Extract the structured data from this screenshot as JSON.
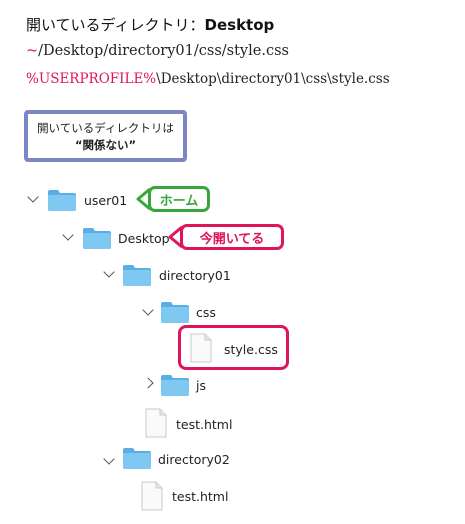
{
  "heading": {
    "prefix": "開いているディレクトリ：",
    "bold": "Desktop"
  },
  "paths": {
    "unix_prefix": "~",
    "unix_rest": "/Desktop/directory01/css/style.css",
    "win_prefix": "%USERPROFILE%",
    "win_rest": "\\Desktop\\directory01\\css\\style.css"
  },
  "note": {
    "line1": "開いているディレクトリは",
    "line2": "“関係ない”"
  },
  "callouts": {
    "home": "ホーム",
    "open_now": "今開いてる"
  },
  "tree": {
    "user01": "user01",
    "desktop": "Desktop",
    "directory01": "directory01",
    "css": "css",
    "style_css": "style.css",
    "js": "js",
    "test_html_1": "test.html",
    "directory02": "directory02",
    "test_html_2": "test.html"
  },
  "colors": {
    "accent_pink": "#e0145a",
    "home_green": "#38a63a",
    "note_border": "#7b86c2",
    "folder_blue": "#6fbfee"
  },
  "icons": {
    "folder": "folder-icon",
    "file": "file-icon",
    "chevron_down": "chevron-down-icon",
    "chevron_right": "chevron-right-icon"
  }
}
